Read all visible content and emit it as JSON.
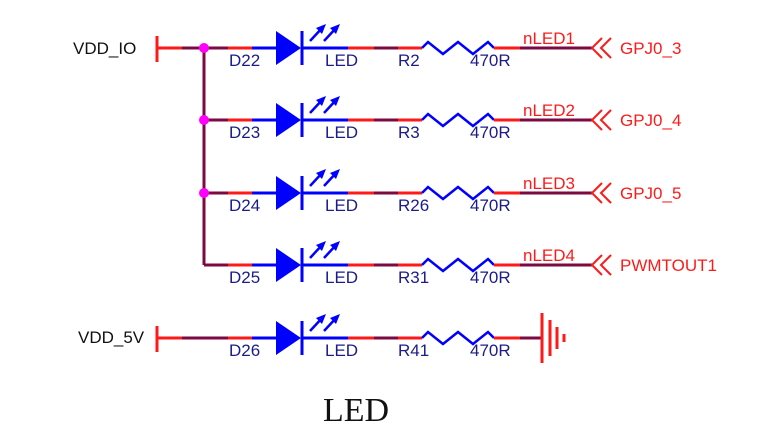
{
  "title": "LED",
  "colors": {
    "wire_red": "#ff1a1a",
    "wire_maroon": "#7a0a40",
    "component_blue": "#0000ff",
    "label_blue": "#1b1b8a",
    "netlabel_red": "#ff1a1a",
    "junction": "#ff00ff"
  },
  "power_nets": [
    {
      "name": "VDD_IO"
    },
    {
      "name": "VDD_5V"
    }
  ],
  "rows": [
    {
      "diode": "D22",
      "diode_value": "LED",
      "resistor": "R2",
      "resistor_value": "470R",
      "net_label": "nLED1",
      "port": "GPJ0_3",
      "source": "VDD_IO"
    },
    {
      "diode": "D23",
      "diode_value": "LED",
      "resistor": "R3",
      "resistor_value": "470R",
      "net_label": "nLED2",
      "port": "GPJ0_4",
      "source": "VDD_IO"
    },
    {
      "diode": "D24",
      "diode_value": "LED",
      "resistor": "R26",
      "resistor_value": "470R",
      "net_label": "nLED3",
      "port": "GPJ0_5",
      "source": "VDD_IO"
    },
    {
      "diode": "D25",
      "diode_value": "LED",
      "resistor": "R31",
      "resistor_value": "470R",
      "net_label": "nLED4",
      "port": "PWMTOUT1",
      "source": "VDD_IO"
    },
    {
      "diode": "D26",
      "diode_value": "LED",
      "resistor": "R41",
      "resistor_value": "470R",
      "net_label": "",
      "port": "",
      "source": "VDD_5V",
      "terminates_in": "ground"
    }
  ]
}
